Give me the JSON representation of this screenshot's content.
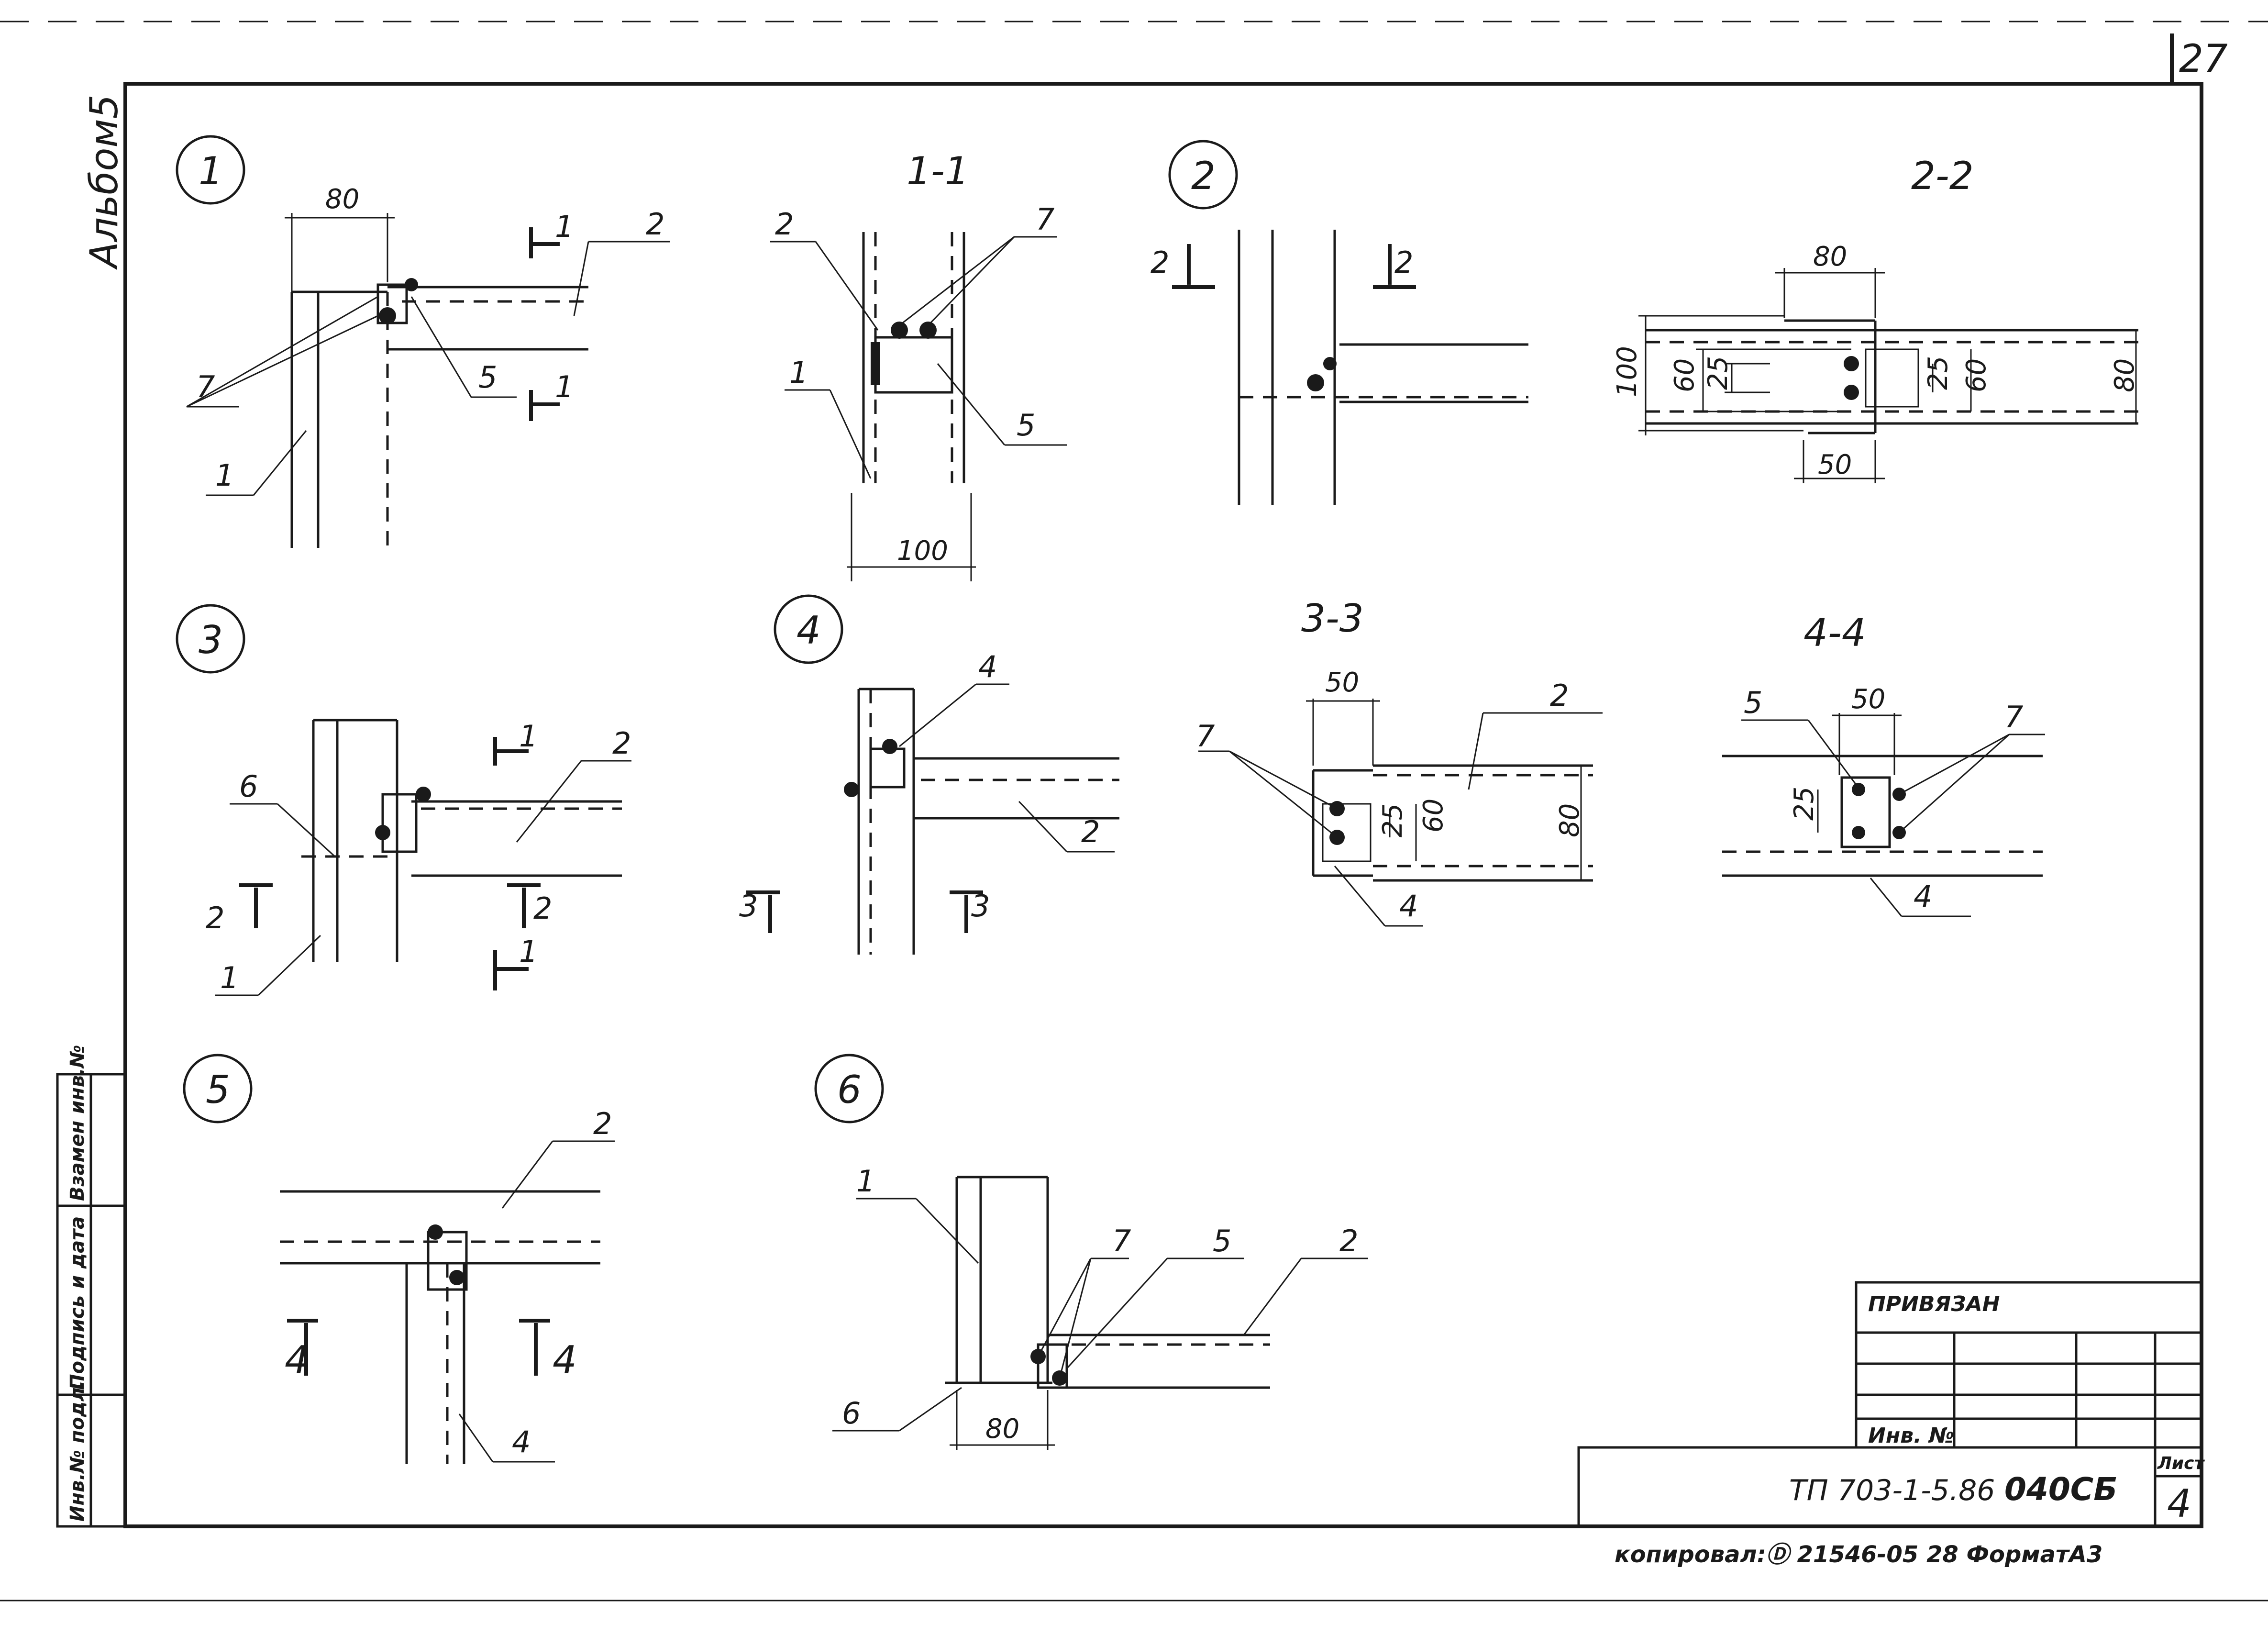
{
  "sheet": {
    "page_number": "27",
    "album_label": "Альбом5",
    "footer_copy": "копировал:Ⓓ 21546-05 28 ФорматА3",
    "title_block": {
      "bound_label": "ПРИВЯЗАН",
      "inv_label": "Инв. №",
      "doc_code": "ТП 703-1-5.86",
      "doc_mark": "040СБ",
      "sheet_label": "Лист",
      "sheet_number": "4"
    },
    "side_stamp": [
      "Инв.№ подл.",
      "Подпись и дата",
      "Взамен инв.№"
    ]
  },
  "nodes": {
    "n1": "1",
    "n2": "2",
    "n3": "3",
    "n4": "4",
    "n5": "5",
    "n6": "6"
  },
  "sections": {
    "s11": "1-1",
    "s22": "2-2",
    "s33": "3-3",
    "s44": "4-4"
  },
  "dimensions": {
    "d80": "80",
    "d100": "100",
    "d60": "60",
    "d25": "25",
    "d50": "50"
  },
  "leaders": {
    "l1": "1",
    "l2": "2",
    "l3": "3",
    "l4": "4",
    "l5": "5",
    "l6": "6",
    "l7": "7"
  }
}
